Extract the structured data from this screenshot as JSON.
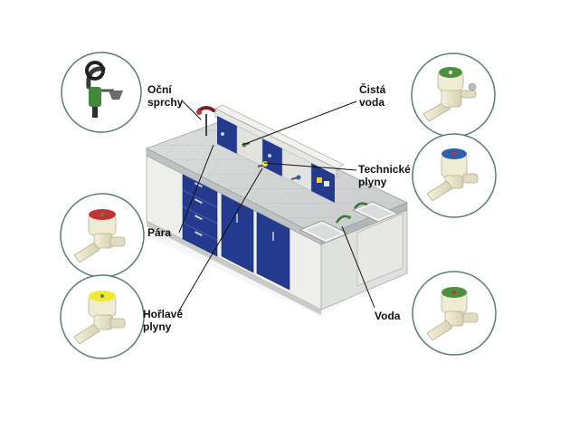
{
  "colors": {
    "cabinet_blue": "#233a8f",
    "cabinet_white": "#eeeeea",
    "countertop": "#d3d5d5",
    "valve_body": "#e8e4c8",
    "knob_green": "#4c8f3c",
    "knob_blue": "#2f5fa8",
    "knob_red": "#c23434",
    "knob_yellow": "#f2e832",
    "circle_border": "#5a7a7a",
    "leader_line": "#111111"
  },
  "labels": {
    "ocni_line1": "Oční",
    "ocni_line2": "sprchy",
    "cista_line1": "Čistá",
    "cista_line2": "voda",
    "technicke_line1": "Technické",
    "technicke_line2": "plyny",
    "para": "Pára",
    "horlave_line1": "Hořlavé",
    "horlave_line2": "plyny",
    "voda": "Voda"
  },
  "icons": {
    "eye_shower": "eye-shower-icon",
    "clean_water_valve": "clean-water-valve-icon",
    "technical_gas_valve": "technical-gas-valve-icon",
    "steam_valve": "steam-valve-icon",
    "flammable_gas_valve": "flammable-gas-valve-icon",
    "water_valve": "water-valve-icon"
  }
}
